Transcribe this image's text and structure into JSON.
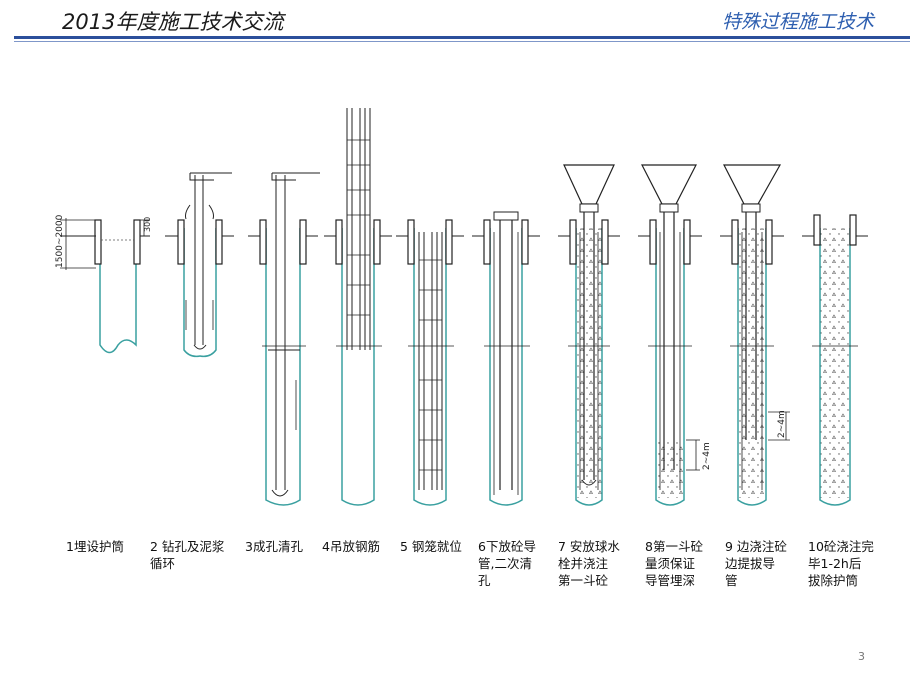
{
  "header": {
    "left_title": "2013年度施工技术交流",
    "right_title": "特殊过程施工技术"
  },
  "dimensions": {
    "casing_depth": "1500~2000",
    "casing_height": "300",
    "embed_depth_a": "2~4m",
    "embed_depth_b": "2~4m"
  },
  "steps": [
    {
      "caption": "1埋设护筒"
    },
    {
      "caption": "2 钻孔及泥浆\n循环"
    },
    {
      "caption": "3成孔清孔"
    },
    {
      "caption": "4吊放钢筋"
    },
    {
      "caption": "5 钢笼就位"
    },
    {
      "caption": "6下放砼导\n管,二次清\n孔"
    },
    {
      "caption": "7 安放球水\n栓并浇注\n第一斗砼"
    },
    {
      "caption": "8第一斗砼\n量须保证\n导管埋深"
    },
    {
      "caption": "9 边浇注砼\n边提拔导\n管"
    },
    {
      "caption": "10砼浇注完\n毕1-2h后\n拔除护筒"
    }
  ],
  "page_number": "3",
  "colors": {
    "title_blue": "#2e5fb0",
    "rule_blue": "#2b4f9b",
    "borehole": "#3aa0a0",
    "steel": "#222222",
    "concrete_fill": "#e8f4f4"
  }
}
